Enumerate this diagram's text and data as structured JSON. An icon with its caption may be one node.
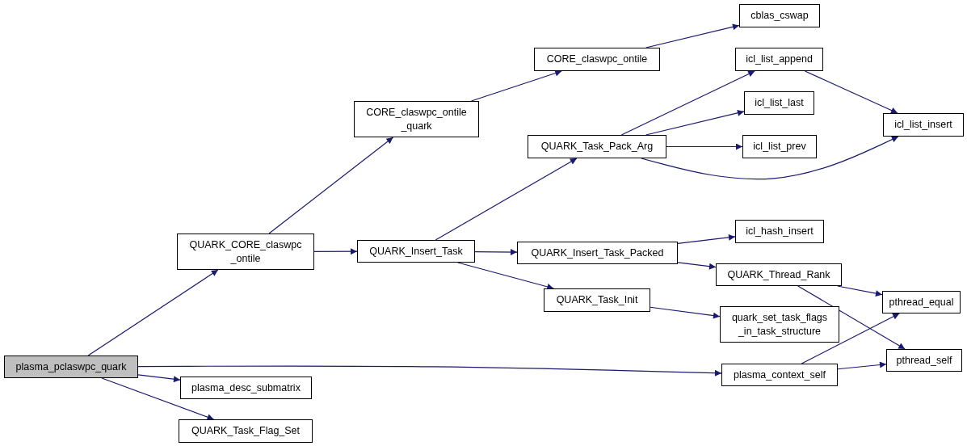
{
  "diagram": {
    "nodes": [
      {
        "text": [
          "plasma_pclaswpc_quark"
        ]
      },
      {
        "text": [
          "QUARK_CORE_claswpc _ontile"
        ]
      },
      {
        "text": [
          "CORE_claswpc_ontile _quark"
        ]
      },
      {
        "text": [
          "CORE_claswpc_ontile"
        ]
      },
      {
        "text": [
          "cblas_cswap"
        ]
      },
      {
        "text": [
          "QUARK_Insert_Task"
        ]
      },
      {
        "text": [
          "QUARK_Task_Pack_Arg"
        ]
      },
      {
        "text": [
          "icl_list_append"
        ]
      },
      {
        "text": [
          "icl_list_last"
        ]
      },
      {
        "text": [
          "icl_list_prev"
        ]
      },
      {
        "text": [
          "icl_list_insert"
        ]
      },
      {
        "text": [
          "QUARK_Insert_Task_Packed"
        ]
      },
      {
        "text": [
          "icl_hash_insert"
        ]
      },
      {
        "text": [
          "QUARK_Thread_Rank"
        ]
      },
      {
        "text": [
          "QUARK_Task_Init"
        ]
      },
      {
        "text": [
          "quark_set_task_flags _in_task_structure"
        ]
      },
      {
        "text": [
          "pthread_equal"
        ]
      },
      {
        "text": [
          "pthread_self"
        ]
      },
      {
        "text": [
          "plasma_context_self"
        ]
      },
      {
        "text": [
          "plasma_desc_submatrix"
        ]
      },
      {
        "text": [
          "QUARK_Task_Flag_Set"
        ]
      }
    ],
    "edges": [
      {
        "from": 0,
        "to": 1,
        "arrow": "to"
      },
      {
        "from": 0,
        "to": 18,
        "arrow": "to"
      },
      {
        "from": 0,
        "to": 19,
        "arrow": "to"
      },
      {
        "from": 0,
        "to": 20,
        "arrow": "to"
      },
      {
        "from": 1,
        "to": 2,
        "arrow": "to"
      },
      {
        "from": 1,
        "to": 5,
        "arrow": "to"
      },
      {
        "from": 2,
        "to": 3,
        "arrow": "to"
      },
      {
        "from": 3,
        "to": 4,
        "arrow": "to"
      },
      {
        "from": 5,
        "to": 6,
        "arrow": "to"
      },
      {
        "from": 5,
        "to": 11,
        "arrow": "to"
      },
      {
        "from": 5,
        "to": 14,
        "arrow": "to"
      },
      {
        "from": 6,
        "to": 7,
        "arrow": "to"
      },
      {
        "from": 6,
        "to": 8,
        "arrow": "to"
      },
      {
        "from": 6,
        "to": 9,
        "arrow": "to"
      },
      {
        "from": 6,
        "to": 10,
        "arrow": "to"
      },
      {
        "from": 7,
        "to": 10,
        "arrow": "to"
      },
      {
        "from": 11,
        "to": 12,
        "arrow": "to"
      },
      {
        "from": 11,
        "to": 13,
        "arrow": "to"
      },
      {
        "from": 13,
        "to": 16,
        "arrow": "to"
      },
      {
        "from": 13,
        "to": 17,
        "arrow": "to"
      },
      {
        "from": 14,
        "to": 15,
        "arrow": "to"
      },
      {
        "from": 18,
        "to": 16,
        "arrow": "to"
      },
      {
        "from": 18,
        "to": 17,
        "arrow": "to"
      }
    ]
  }
}
